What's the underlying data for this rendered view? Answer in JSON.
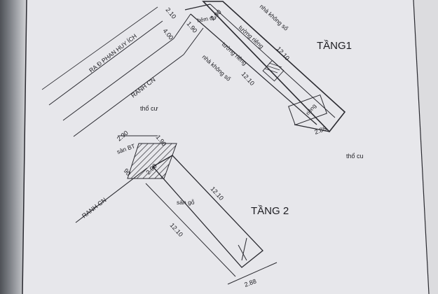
{
  "palette": {
    "paper": "#e6e6ea",
    "paper_edge": "#d2d2d6",
    "ink": "#1d1d22",
    "scan_shadow": "#5f6268"
  },
  "labels": {
    "floor1_title": "TẦNG1",
    "floor2_title": "TẦNG 2",
    "street": "RẠ Đ PHAN HUY ÍCH",
    "ranh_cn_top": "RANH CN",
    "ranh_cn_bottom": "RANH CN",
    "tho_cu_left": "thổ cư",
    "tho_cu_right": "thổ cu",
    "nha_khong_so_top": "nhà không số",
    "nha_khong_so_mid": "nhà không số",
    "tuong_rieng_1": "tường riêng",
    "tuong_rieng_2": "tường riêng",
    "hem": "hẻm đư",
    "rieng": "riêng",
    "san_go": "sàn gỗ",
    "san_bt": "sàn BT"
  },
  "dimensions": {
    "d_2_10": "2.10",
    "d_4_00": "4.00",
    "d_1_90_top": "1.90",
    "d_2_90_top": "2.90",
    "d_12_10_a": "12.10",
    "d_12_10_b": "12.10",
    "d_2_88_top": "2.88",
    "d_2_90_l": "2.90",
    "d_1_90_l": "1.90",
    "d_2_90_l2": "2.90",
    "d_90": "90",
    "d_12_10_c": "12.10",
    "d_12_10_d": "12.10",
    "d_2_88_bottom": "2.88"
  }
}
